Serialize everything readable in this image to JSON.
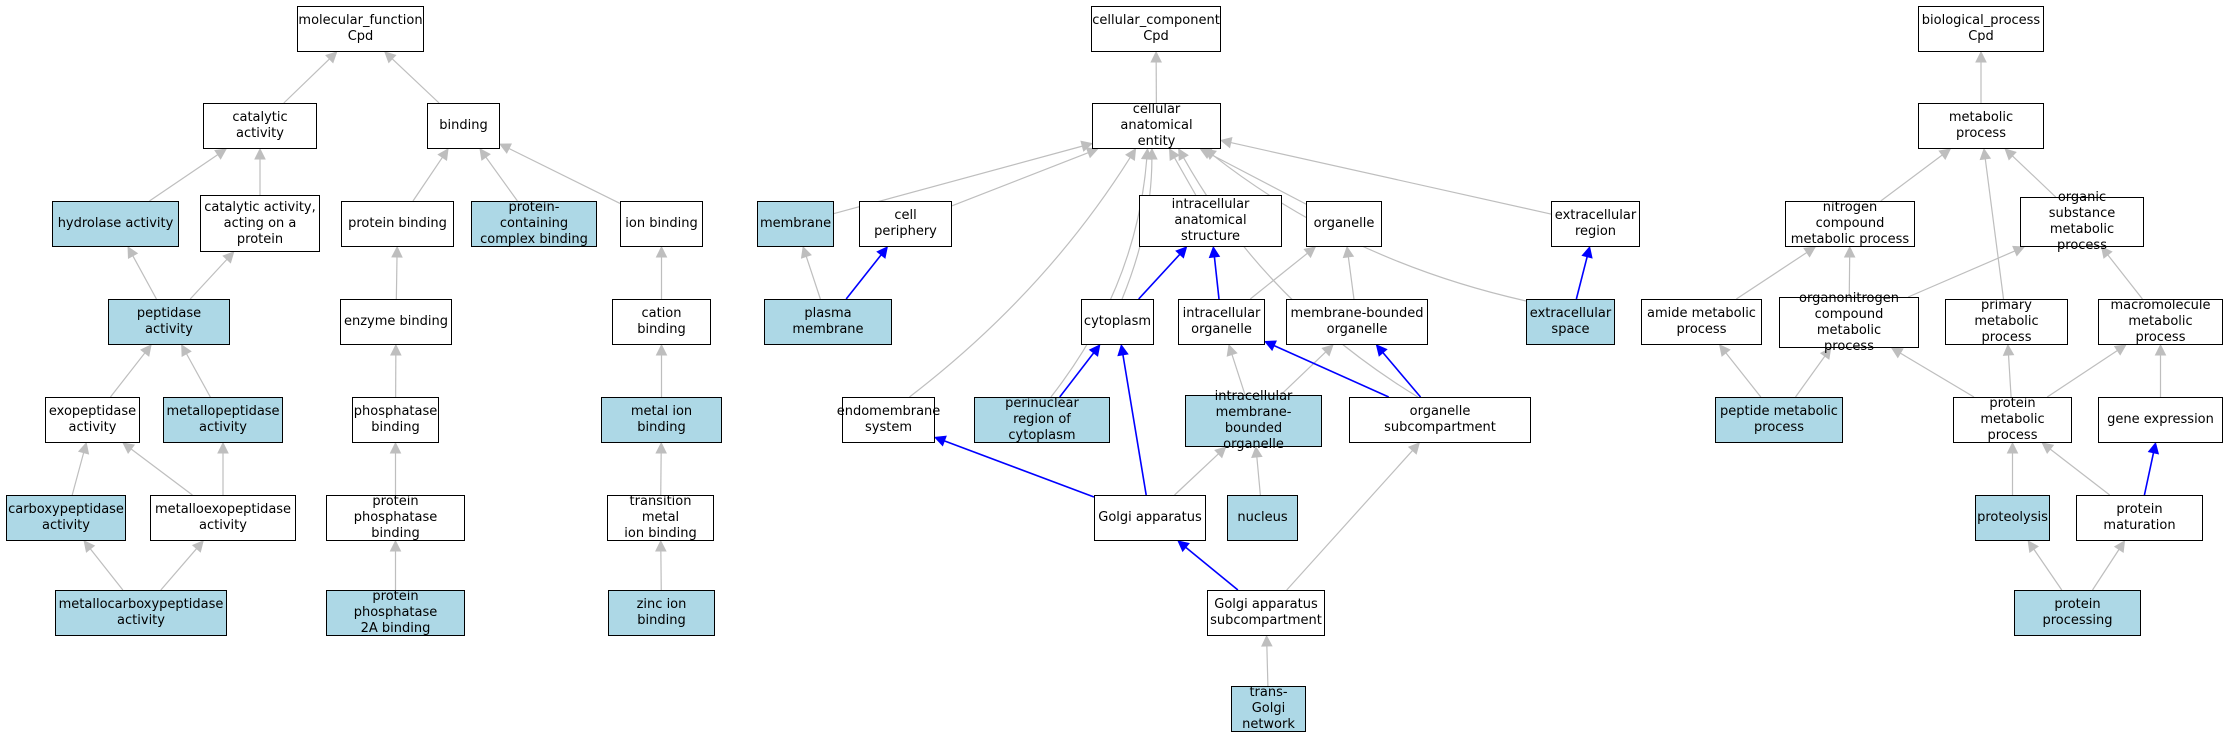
{
  "colors": {
    "highlight_fill": "#add8e6",
    "default_fill": "#ffffff",
    "gray_edge": "#bebebe",
    "blue_edge": "#0000ff"
  },
  "nodes": [
    {
      "id": "mf",
      "label": "molecular_function\nCpd",
      "hl": false
    },
    {
      "id": "catalytic",
      "label": "catalytic activity",
      "hl": false
    },
    {
      "id": "binding",
      "label": "binding",
      "hl": false
    },
    {
      "id": "hydrolase",
      "label": "hydrolase activity",
      "hl": true
    },
    {
      "id": "cat_protein",
      "label": "catalytic activity,\nacting on a\nprotein",
      "hl": false
    },
    {
      "id": "protein_binding",
      "label": "protein binding",
      "hl": false
    },
    {
      "id": "pcc_binding",
      "label": "protein-containing\ncomplex binding",
      "hl": true
    },
    {
      "id": "ion_binding",
      "label": "ion binding",
      "hl": false
    },
    {
      "id": "peptidase",
      "label": "peptidase activity",
      "hl": true
    },
    {
      "id": "enzyme_binding",
      "label": "enzyme binding",
      "hl": false
    },
    {
      "id": "cation_binding",
      "label": "cation binding",
      "hl": false
    },
    {
      "id": "exopeptidase",
      "label": "exopeptidase\nactivity",
      "hl": false
    },
    {
      "id": "metallopeptidase",
      "label": "metallopeptidase\nactivity",
      "hl": true
    },
    {
      "id": "phosphatase_binding",
      "label": "phosphatase\nbinding",
      "hl": false
    },
    {
      "id": "metal_ion",
      "label": "metal ion binding",
      "hl": true
    },
    {
      "id": "carboxypeptidase",
      "label": "carboxypeptidase\nactivity",
      "hl": true
    },
    {
      "id": "metalloexo",
      "label": "metalloexopeptidase\nactivity",
      "hl": false
    },
    {
      "id": "pp_binding",
      "label": "protein phosphatase\nbinding",
      "hl": false
    },
    {
      "id": "transition_metal",
      "label": "transition metal\nion binding",
      "hl": false
    },
    {
      "id": "metallocarboxy",
      "label": "metallocarboxypeptidase\nactivity",
      "hl": true
    },
    {
      "id": "pp2a_binding",
      "label": "protein phosphatase\n2A binding",
      "hl": true
    },
    {
      "id": "zinc",
      "label": "zinc ion binding",
      "hl": true
    },
    {
      "id": "cc",
      "label": "cellular_component\nCpd",
      "hl": false
    },
    {
      "id": "cae",
      "label": "cellular anatomical\nentity",
      "hl": false
    },
    {
      "id": "membrane",
      "label": "membrane",
      "hl": true
    },
    {
      "id": "cell_periphery",
      "label": "cell periphery",
      "hl": false
    },
    {
      "id": "intracellular_as",
      "label": "intracellular\nanatomical structure",
      "hl": false
    },
    {
      "id": "organelle",
      "label": "organelle",
      "hl": false
    },
    {
      "id": "extracellular_region",
      "label": "extracellular\nregion",
      "hl": false
    },
    {
      "id": "plasma_membrane",
      "label": "plasma membrane",
      "hl": true
    },
    {
      "id": "cytoplasm",
      "label": "cytoplasm",
      "hl": false
    },
    {
      "id": "intracellular_org",
      "label": "intracellular\norganelle",
      "hl": false
    },
    {
      "id": "mb_organelle",
      "label": "membrane-bounded\norganelle",
      "hl": false
    },
    {
      "id": "extracellular_space",
      "label": "extracellular\nspace",
      "hl": true
    },
    {
      "id": "endomembrane",
      "label": "endomembrane\nsystem",
      "hl": false
    },
    {
      "id": "perinuclear",
      "label": "perinuclear\nregion of cytoplasm",
      "hl": true
    },
    {
      "id": "imbo",
      "label": "intracellular\nmembrane-bounded\norganelle",
      "hl": true
    },
    {
      "id": "org_subcomp",
      "label": "organelle subcompartment",
      "hl": false
    },
    {
      "id": "golgi",
      "label": "Golgi apparatus",
      "hl": false
    },
    {
      "id": "nucleus",
      "label": "nucleus",
      "hl": true
    },
    {
      "id": "golgi_subcomp",
      "label": "Golgi apparatus\nsubcompartment",
      "hl": false
    },
    {
      "id": "trans_golgi",
      "label": "trans-Golgi\nnetwork",
      "hl": true
    },
    {
      "id": "bp",
      "label": "biological_process\nCpd",
      "hl": false
    },
    {
      "id": "metabolic",
      "label": "metabolic process",
      "hl": false
    },
    {
      "id": "nitrogen",
      "label": "nitrogen compound\nmetabolic process",
      "hl": false
    },
    {
      "id": "organic",
      "label": "organic substance\nmetabolic process",
      "hl": false
    },
    {
      "id": "amide",
      "label": "amide metabolic\nprocess",
      "hl": false
    },
    {
      "id": "organonitrogen",
      "label": "organonitrogen\ncompound metabolic\nprocess",
      "hl": false
    },
    {
      "id": "primary",
      "label": "primary metabolic\nprocess",
      "hl": false
    },
    {
      "id": "macromolecule",
      "label": "macromolecule\nmetabolic process",
      "hl": false
    },
    {
      "id": "peptide_met",
      "label": "peptide metabolic\nprocess",
      "hl": true
    },
    {
      "id": "protein_met",
      "label": "protein metabolic\nprocess",
      "hl": false
    },
    {
      "id": "gene_expr",
      "label": "gene expression",
      "hl": false
    },
    {
      "id": "proteolysis",
      "label": "proteolysis",
      "hl": true
    },
    {
      "id": "protein_maturation",
      "label": "protein maturation",
      "hl": false
    },
    {
      "id": "protein_processing",
      "label": "protein processing",
      "hl": true
    }
  ],
  "edges": [
    {
      "from": "catalytic",
      "to": "mf",
      "color": "gray"
    },
    {
      "from": "binding",
      "to": "mf",
      "color": "gray"
    },
    {
      "from": "hydrolase",
      "to": "catalytic",
      "color": "gray"
    },
    {
      "from": "cat_protein",
      "to": "catalytic",
      "color": "gray"
    },
    {
      "from": "protein_binding",
      "to": "binding",
      "color": "gray"
    },
    {
      "from": "pcc_binding",
      "to": "binding",
      "color": "gray"
    },
    {
      "from": "ion_binding",
      "to": "binding",
      "color": "gray"
    },
    {
      "from": "peptidase",
      "to": "hydrolase",
      "color": "gray"
    },
    {
      "from": "peptidase",
      "to": "cat_protein",
      "color": "gray"
    },
    {
      "from": "enzyme_binding",
      "to": "protein_binding",
      "color": "gray"
    },
    {
      "from": "cation_binding",
      "to": "ion_binding",
      "color": "gray"
    },
    {
      "from": "exopeptidase",
      "to": "peptidase",
      "color": "gray"
    },
    {
      "from": "metallopeptidase",
      "to": "peptidase",
      "color": "gray"
    },
    {
      "from": "phosphatase_binding",
      "to": "enzyme_binding",
      "color": "gray"
    },
    {
      "from": "metal_ion",
      "to": "cation_binding",
      "color": "gray"
    },
    {
      "from": "carboxypeptidase",
      "to": "exopeptidase",
      "color": "gray"
    },
    {
      "from": "metalloexo",
      "to": "exopeptidase",
      "color": "gray"
    },
    {
      "from": "metalloexo",
      "to": "metallopeptidase",
      "color": "gray"
    },
    {
      "from": "pp_binding",
      "to": "phosphatase_binding",
      "color": "gray"
    },
    {
      "from": "transition_metal",
      "to": "metal_ion",
      "color": "gray"
    },
    {
      "from": "metallocarboxy",
      "to": "carboxypeptidase",
      "color": "gray"
    },
    {
      "from": "metallocarboxy",
      "to": "metalloexo",
      "color": "gray"
    },
    {
      "from": "pp2a_binding",
      "to": "pp_binding",
      "color": "gray"
    },
    {
      "from": "zinc",
      "to": "transition_metal",
      "color": "gray"
    },
    {
      "from": "cae",
      "to": "cc",
      "color": "gray"
    },
    {
      "from": "membrane",
      "to": "cae",
      "color": "gray"
    },
    {
      "from": "cell_periphery",
      "to": "cae",
      "color": "gray"
    },
    {
      "from": "intracellular_as",
      "to": "cae",
      "color": "gray"
    },
    {
      "from": "organelle",
      "to": "cae",
      "color": "gray"
    },
    {
      "from": "extracellular_region",
      "to": "cae",
      "color": "gray"
    },
    {
      "from": "cytoplasm",
      "to": "cae",
      "color": "gray",
      "curve": 15
    },
    {
      "from": "endomembrane",
      "to": "cae",
      "color": "gray",
      "curve": 30
    },
    {
      "from": "perinuclear",
      "to": "cae",
      "color": "gray",
      "curve": 40
    },
    {
      "from": "org_subcomp",
      "to": "cae",
      "color": "gray",
      "curve": -45
    },
    {
      "from": "extracellular_space",
      "to": "cae",
      "color": "gray",
      "curve": -40
    },
    {
      "from": "plasma_membrane",
      "to": "membrane",
      "color": "gray"
    },
    {
      "from": "plasma_membrane",
      "to": "cell_periphery",
      "color": "blue"
    },
    {
      "from": "cytoplasm",
      "to": "intracellular_as",
      "color": "blue"
    },
    {
      "from": "intracellular_org",
      "to": "intracellular_as",
      "color": "blue"
    },
    {
      "from": "intracellular_org",
      "to": "organelle",
      "color": "gray"
    },
    {
      "from": "mb_organelle",
      "to": "organelle",
      "color": "gray"
    },
    {
      "from": "extracellular_space",
      "to": "extracellular_region",
      "color": "blue"
    },
    {
      "from": "perinuclear",
      "to": "cytoplasm",
      "color": "blue"
    },
    {
      "from": "imbo",
      "to": "intracellular_org",
      "color": "gray"
    },
    {
      "from": "imbo",
      "to": "mb_organelle",
      "color": "gray"
    },
    {
      "from": "org_subcomp",
      "to": "intracellular_org",
      "color": "blue"
    },
    {
      "from": "org_subcomp",
      "to": "mb_organelle",
      "color": "blue"
    },
    {
      "from": "golgi",
      "to": "endomembrane",
      "color": "blue"
    },
    {
      "from": "golgi",
      "to": "cytoplasm",
      "color": "blue"
    },
    {
      "from": "golgi",
      "to": "imbo",
      "color": "gray"
    },
    {
      "from": "nucleus",
      "to": "imbo",
      "color": "gray"
    },
    {
      "from": "golgi_subcomp",
      "to": "golgi",
      "color": "blue"
    },
    {
      "from": "golgi_subcomp",
      "to": "org_subcomp",
      "color": "gray"
    },
    {
      "from": "trans_golgi",
      "to": "golgi_subcomp",
      "color": "gray"
    },
    {
      "from": "metabolic",
      "to": "bp",
      "color": "gray"
    },
    {
      "from": "nitrogen",
      "to": "metabolic",
      "color": "gray"
    },
    {
      "from": "organic",
      "to": "metabolic",
      "color": "gray"
    },
    {
      "from": "primary",
      "to": "metabolic",
      "color": "gray"
    },
    {
      "from": "amide",
      "to": "nitrogen",
      "color": "gray"
    },
    {
      "from": "organonitrogen",
      "to": "nitrogen",
      "color": "gray"
    },
    {
      "from": "organonitrogen",
      "to": "organic",
      "color": "gray"
    },
    {
      "from": "macromolecule",
      "to": "organic",
      "color": "gray"
    },
    {
      "from": "peptide_met",
      "to": "amide",
      "color": "gray"
    },
    {
      "from": "peptide_met",
      "to": "organonitrogen",
      "color": "gray"
    },
    {
      "from": "protein_met",
      "to": "organonitrogen",
      "color": "gray"
    },
    {
      "from": "protein_met",
      "to": "primary",
      "color": "gray"
    },
    {
      "from": "protein_met",
      "to": "macromolecule",
      "color": "gray"
    },
    {
      "from": "gene_expr",
      "to": "macromolecule",
      "color": "gray"
    },
    {
      "from": "proteolysis",
      "to": "protein_met",
      "color": "gray"
    },
    {
      "from": "protein_maturation",
      "to": "protein_met",
      "color": "gray"
    },
    {
      "from": "protein_maturation",
      "to": "gene_expr",
      "color": "blue"
    },
    {
      "from": "protein_processing",
      "to": "proteolysis",
      "color": "gray"
    },
    {
      "from": "protein_processing",
      "to": "protein_maturation",
      "color": "gray"
    }
  ]
}
